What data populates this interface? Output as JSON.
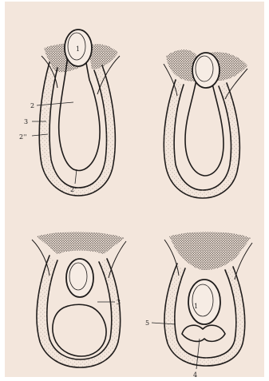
{
  "figure": {
    "panels": [
      {
        "id": "top-left",
        "labels": {
          "testis": "1",
          "inner_layer": "2",
          "outer_wall": "3",
          "cavity_upper": "2''",
          "cavity_lower": "2'"
        }
      },
      {
        "id": "top-right",
        "labels": {}
      },
      {
        "id": "bottom-left",
        "labels": {
          "outer_wall": "3"
        }
      },
      {
        "id": "bottom-right",
        "labels": {
          "testis": "1",
          "wall": "5",
          "bottom": "4"
        }
      }
    ]
  },
  "colors": {
    "paper": "#f3e6dc",
    "ink": "#1e1b1a",
    "stipple": "#8a7f78"
  }
}
